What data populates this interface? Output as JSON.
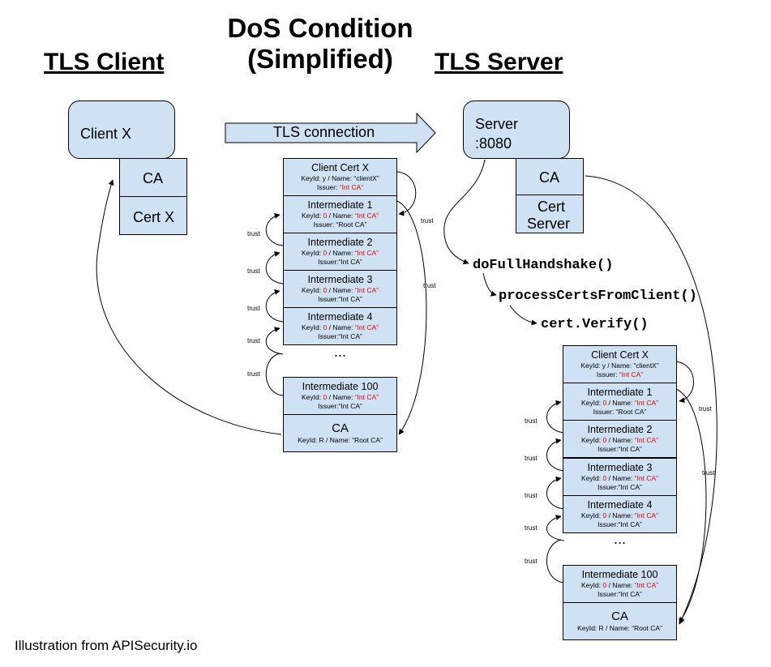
{
  "title_line1": "DoS Condition",
  "title_line2": "(Simplified)",
  "client_heading": "TLS Client",
  "server_heading": "TLS Server",
  "client": {
    "name": "Client X",
    "ca": "CA",
    "cert": "Cert X"
  },
  "connection_label": "TLS connection",
  "server": {
    "name_line1": "Server",
    "name_line2": ":8080",
    "ca": "CA",
    "cert_line1": "Cert",
    "cert_line2": "Server"
  },
  "calls": [
    "doFullHandshake()",
    "processCertsFromClient()",
    "cert.Verify()"
  ],
  "trust_label": "trust",
  "ellipsis": "...",
  "chain": [
    {
      "name": "Client Cert X",
      "keyid": "KeyId: y / Name: “clientX”",
      "issuer_prefix": "Issuer: ",
      "issuer_value": "“Int CA”"
    },
    {
      "name": "Intermediate 1",
      "keyid_prefix": "KeyId: ",
      "keyid_value": "0",
      "name_prefix": " / Name: ",
      "name_value": "“Int CA”",
      "issuer": "Issuer: “Root CA”"
    },
    {
      "name": "Intermediate 2",
      "keyid_prefix": "KeyId: ",
      "keyid_value": "0",
      "name_prefix": " / Name: ",
      "name_value": "“Int CA”",
      "issuer": "Issuer:“Int CA”"
    },
    {
      "name": "Intermediate 3",
      "keyid_prefix": "KeyId: ",
      "keyid_value": "0",
      "name_prefix": " / Name: ",
      "name_value": "“Int CA”",
      "issuer": "Issuer:“Int CA”"
    },
    {
      "name": "Intermediate 4",
      "keyid_prefix": "KeyId: ",
      "keyid_value": "0",
      "name_prefix": " / Name: ",
      "name_value": "“Int CA”",
      "issuer": "Issuer:“Int CA”"
    },
    {
      "name": "Intermediate 100",
      "keyid_prefix": "KeyId: ",
      "keyid_value": "0",
      "name_prefix": " / Name: ",
      "name_value": "“Int CA”",
      "issuer": "Issuer:“Int CA”"
    },
    {
      "name": "CA",
      "keyid": "KeyId: R / Name: “Root CA”"
    }
  ],
  "footer": "Illustration from APISecurity.io"
}
